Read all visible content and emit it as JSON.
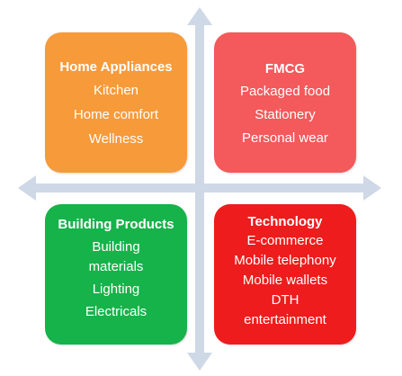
{
  "colors": {
    "axis": "#cfd8e6",
    "home_appliances": "#f79a3a",
    "fmcg": "#f4595b",
    "building_products": "#15b34a",
    "technology": "#ee1c1c"
  },
  "quadrants": {
    "top_left": {
      "title": "Home Appliances",
      "items": [
        "Kitchen",
        "Home comfort",
        "Wellness"
      ]
    },
    "top_right": {
      "title": "FMCG",
      "items": [
        "Packaged food",
        "Stationery",
        "Personal wear"
      ]
    },
    "bottom_left": {
      "title": "Building Products",
      "items": [
        "Building",
        "materials",
        "Lighting",
        "Electricals"
      ]
    },
    "bottom_right": {
      "title": "Technology",
      "items": [
        "E-commerce",
        "Mobile telephony",
        "Mobile wallets",
        "DTH",
        "entertainment"
      ]
    }
  }
}
